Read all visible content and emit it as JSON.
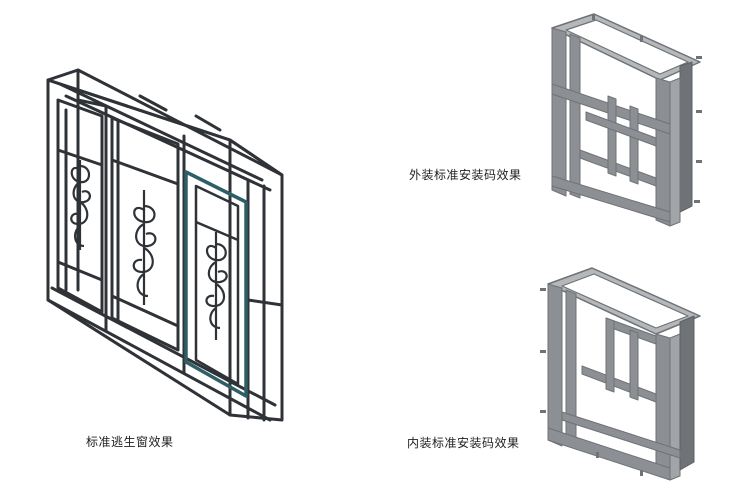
{
  "captions": {
    "escape_window": "标准逃生窗效果",
    "outer_mount": "外装标准安装码效果",
    "inner_mount": "内装标准安装码效果"
  },
  "colors": {
    "dark_frame": "#2f3337",
    "teal_accent": "#2e5f66",
    "gray_frame_front": "#8c8f93",
    "gray_frame_side": "#6f7276",
    "gray_frame_top": "#b5b8bb",
    "background": "#ffffff"
  }
}
